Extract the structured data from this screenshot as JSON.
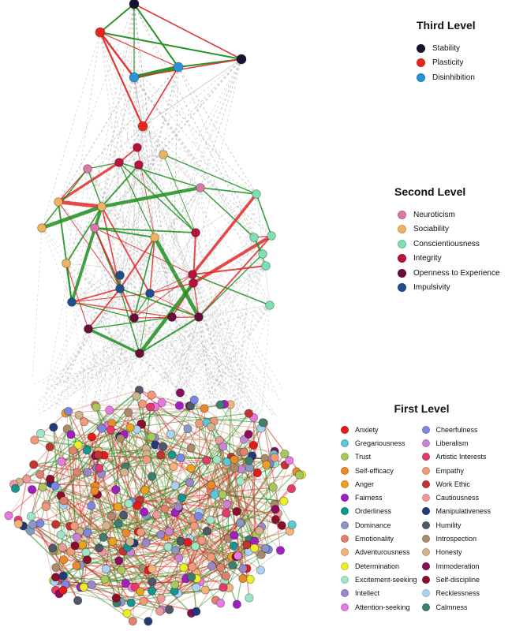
{
  "third_level": {
    "title": "Third Level",
    "items": [
      {
        "label": "Stability",
        "color": "#151530"
      },
      {
        "label": "Plasticity",
        "color": "#e8261d"
      },
      {
        "label": "Disinhibition",
        "color": "#2a93d5"
      }
    ]
  },
  "second_level": {
    "title": "Second Level",
    "items": [
      {
        "label": "Neuroticism",
        "color": "#d77aa6"
      },
      {
        "label": "Sociability",
        "color": "#f0b160"
      },
      {
        "label": "Conscientiousness",
        "color": "#7de0b1"
      },
      {
        "label": "Integrity",
        "color": "#b8123a"
      },
      {
        "label": "Openness to Experience",
        "color": "#6a0d3a"
      },
      {
        "label": "Impulsivity",
        "color": "#1c4f8c"
      }
    ]
  },
  "first_level": {
    "title": "First Level",
    "left": [
      {
        "label": "Anxiety",
        "color": "#e31b1b"
      },
      {
        "label": "Gregariousness",
        "color": "#5ac8d8"
      },
      {
        "label": "Trust",
        "color": "#a8c85a"
      },
      {
        "label": "Self-efficacy",
        "color": "#e88a2a"
      },
      {
        "label": "Anger",
        "color": "#eba21e"
      },
      {
        "label": "Fairness",
        "color": "#a21fbf"
      },
      {
        "label": "Orderliness",
        "color": "#15958f"
      },
      {
        "label": "Dominance",
        "color": "#8b97c4"
      },
      {
        "label": "Emotionality",
        "color": "#e0806e"
      },
      {
        "label": "Adventurousness",
        "color": "#f2b27a"
      },
      {
        "label": "Determination",
        "color": "#e9ef2a"
      },
      {
        "label": "Excitement-seeking",
        "color": "#9fe6c7"
      },
      {
        "label": "Intellect",
        "color": "#9a86c9"
      },
      {
        "label": "Attention-seeking",
        "color": "#e77ae0"
      }
    ],
    "right": [
      {
        "label": "Cheerfulness",
        "color": "#7e86df"
      },
      {
        "label": "Liberalism",
        "color": "#c883d4"
      },
      {
        "label": "Artistic Interests",
        "color": "#e43b6a"
      },
      {
        "label": "Empathy",
        "color": "#f19a79"
      },
      {
        "label": "Work Ethic",
        "color": "#c2342f"
      },
      {
        "label": "Cautiousness",
        "color": "#ee9a9a"
      },
      {
        "label": "Manipulativeness",
        "color": "#223a7a"
      },
      {
        "label": "Humility",
        "color": "#4e5868"
      },
      {
        "label": "Introspection",
        "color": "#ab8a6c"
      },
      {
        "label": "Honesty",
        "color": "#d2b48c"
      },
      {
        "label": "Immoderation",
        "color": "#8a0d5c"
      },
      {
        "label": "Self-discipline",
        "color": "#8c0d2c"
      },
      {
        "label": "Recklessness",
        "color": "#a9d3f0"
      },
      {
        "label": "Calmness",
        "color": "#3c7f6e"
      }
    ]
  },
  "edge_colors": {
    "positive": "#1e8f1e",
    "negative": "#e02a2a",
    "cross_level": "#b9b9b9"
  }
}
